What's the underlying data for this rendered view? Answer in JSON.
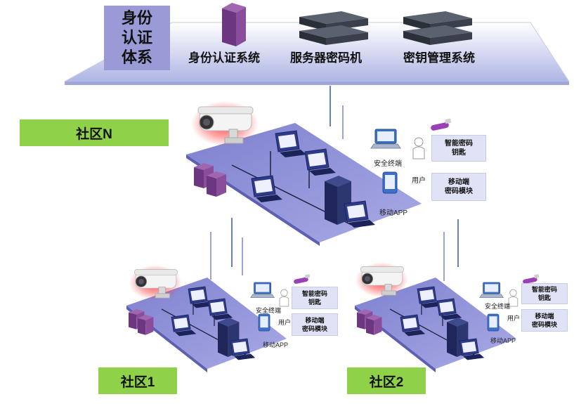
{
  "auth": {
    "title": "身份\n认证\n体系",
    "systems": [
      "身份认证系统",
      "服务器密码机",
      "密钥管理系统"
    ]
  },
  "communities": [
    {
      "name": "社区N",
      "terminal_label": "安全终端",
      "user_label": "用户",
      "app_label": "移动APP",
      "key_box": "智能密码\n钥匙",
      "mobile_box": "移动端\n密码模块"
    },
    {
      "name": "社区1",
      "terminal_label": "安全终端",
      "user_label": "用户",
      "app_label": "移动APP",
      "key_box": "智能密码\n钥匙",
      "mobile_box": "移动端\n密码模块"
    },
    {
      "name": "社区2",
      "terminal_label": "安全终端",
      "user_label": "用户",
      "app_label": "移动APP",
      "key_box": "智能密码\n钥匙",
      "mobile_box": "移动端\n密码模块"
    }
  ],
  "colors": {
    "platform": "#8f8fd9",
    "platform_top": "#6d6ec6",
    "header_band": "#bcc2e8",
    "community_label": "#8fd24a",
    "info_box": "#dfe3f5",
    "camera_glow": "#ff2a2a",
    "server": "#7b3f88"
  }
}
